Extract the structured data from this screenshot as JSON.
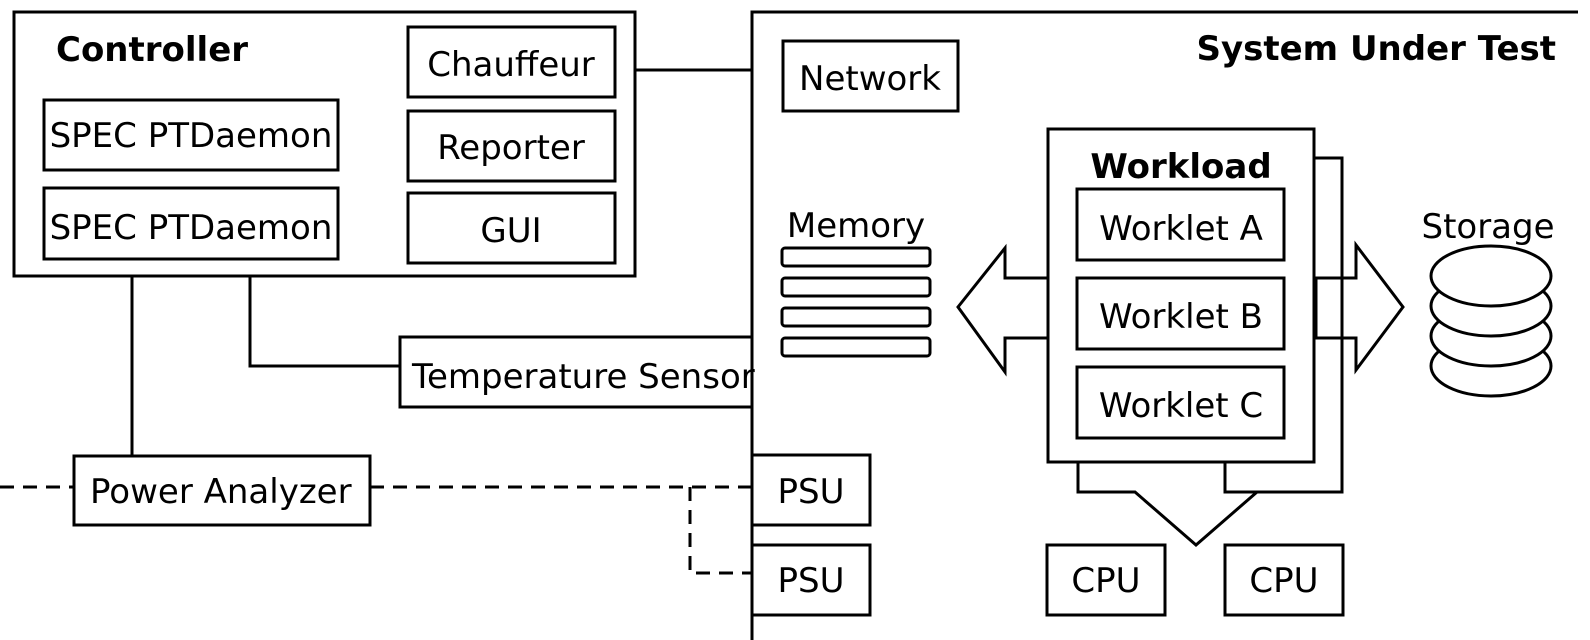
{
  "controller": {
    "title": "Controller",
    "ptdaemon_1": "SPEC PTDaemon",
    "ptdaemon_2": "SPEC PTDaemon",
    "chauffeur": "Chauffeur",
    "reporter": "Reporter",
    "gui": "GUI"
  },
  "external": {
    "temperature_sensor": "Temperature Sensor",
    "power_analyzer": "Power Analyzer"
  },
  "sut": {
    "title": "System Under Test",
    "network": "Network",
    "memory": "Memory",
    "storage": "Storage",
    "workload": {
      "title": "Workload",
      "worklets": [
        "Worklet A",
        "Worklet B",
        "Worklet C"
      ]
    },
    "psu_1": "PSU",
    "psu_2": "PSU",
    "cpu_1": "CPU",
    "cpu_2": "CPU"
  }
}
